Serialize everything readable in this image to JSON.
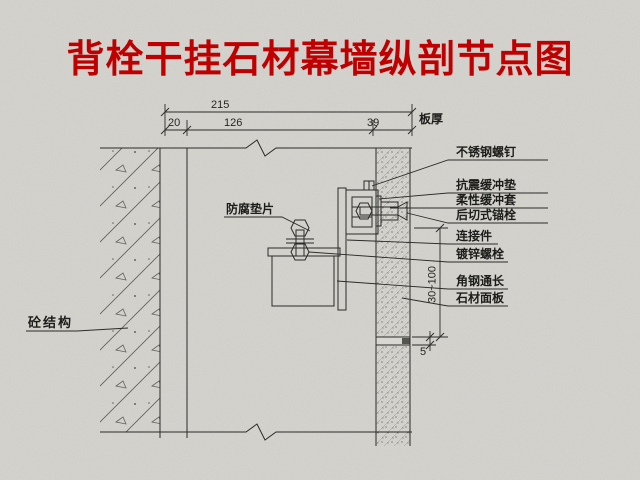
{
  "title": "背栓干挂石材幕墙纵剖节点图",
  "colors": {
    "title_red": "#c00000",
    "background": "#d9d7d2",
    "line": "#2b2b28"
  },
  "dims": {
    "total": "215",
    "seg_left": "20",
    "seg_mid": "126",
    "seg_right": "39",
    "board_thickness": "板厚",
    "anchor_depth_range": "30~100",
    "panel_joint": "5"
  },
  "callouts": {
    "right": [
      "不锈钢螺钉",
      "抗震缓冲垫",
      "柔性缓冲套",
      "后切式锚栓",
      "连接件",
      "镀锌螺栓",
      "角钢通长",
      "石材面板"
    ],
    "gasket": "防腐垫片",
    "concrete": "砼结构"
  }
}
